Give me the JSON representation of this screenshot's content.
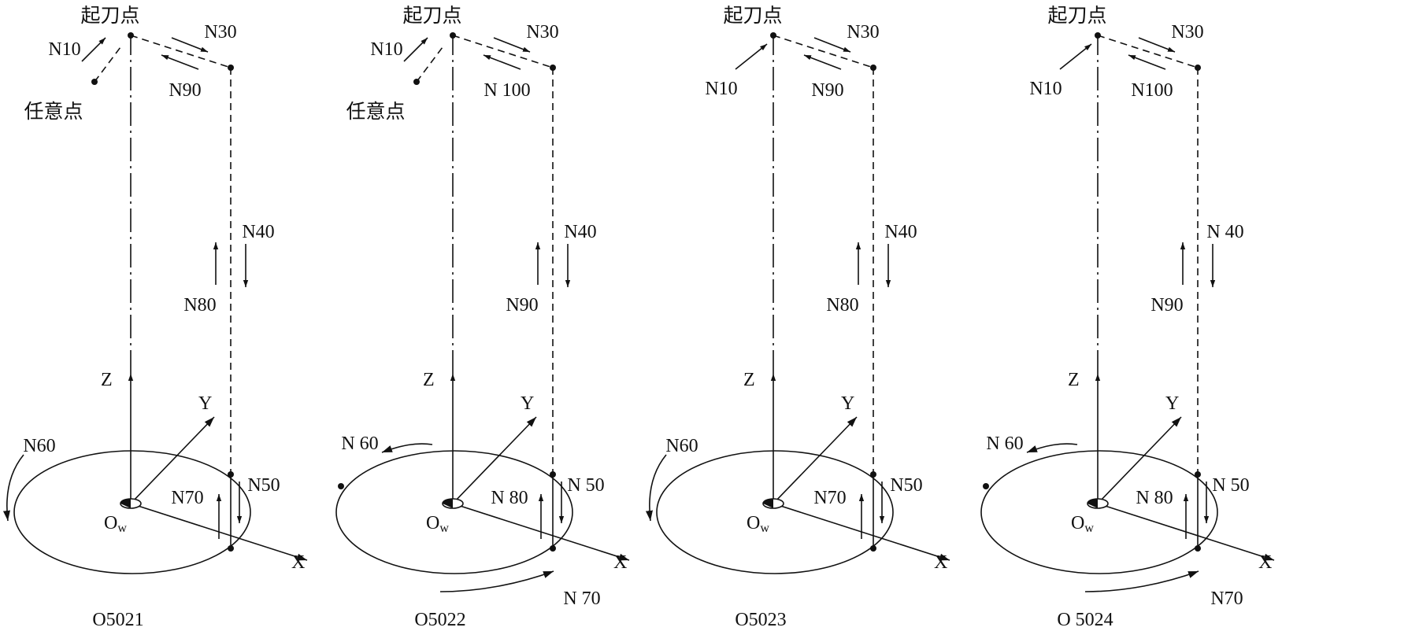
{
  "colors": {
    "ink": "#111111",
    "background": "#ffffff"
  },
  "texts": {
    "start_point": "起刀点",
    "any_point": "任意点",
    "origin_main": "O",
    "origin_sub": "w",
    "axis_x": "X",
    "axis_y": "Y",
    "axis_z": "Z"
  },
  "panels": [
    {
      "caption": "O5021",
      "has_any_point": true,
      "n10": "N10",
      "n30": "N30",
      "return": "N90",
      "n40": "N40",
      "up": "N80",
      "n50": "N50",
      "inner": "N70",
      "n60": "N60",
      "outer": "",
      "n60_dir": "cw",
      "extra_point": false
    },
    {
      "caption": "O5022",
      "has_any_point": true,
      "n10": "N10",
      "n30": "N30",
      "return": "N 100",
      "n40": "N40",
      "up": "N90",
      "n50": "N 50",
      "inner": "N 80",
      "n60": "N 60",
      "outer": "N 70",
      "n60_dir": "ccw",
      "extra_point": true
    },
    {
      "caption": "O5023",
      "has_any_point": false,
      "n10": "N10",
      "n30": "N30",
      "return": "N90",
      "n40": "N40",
      "up": "N80",
      "n50": "N50",
      "inner": "N70",
      "n60": "N60",
      "outer": "",
      "n60_dir": "cw",
      "extra_point": false
    },
    {
      "caption": "O 5024",
      "has_any_point": false,
      "n10": "N10",
      "n30": "N30",
      "return": "N100",
      "n40": "N 40",
      "up": "N90",
      "n50": "N 50",
      "inner": "N 80",
      "n60": "N 60",
      "outer": "N70",
      "n60_dir": "ccw",
      "extra_point": true
    }
  ]
}
